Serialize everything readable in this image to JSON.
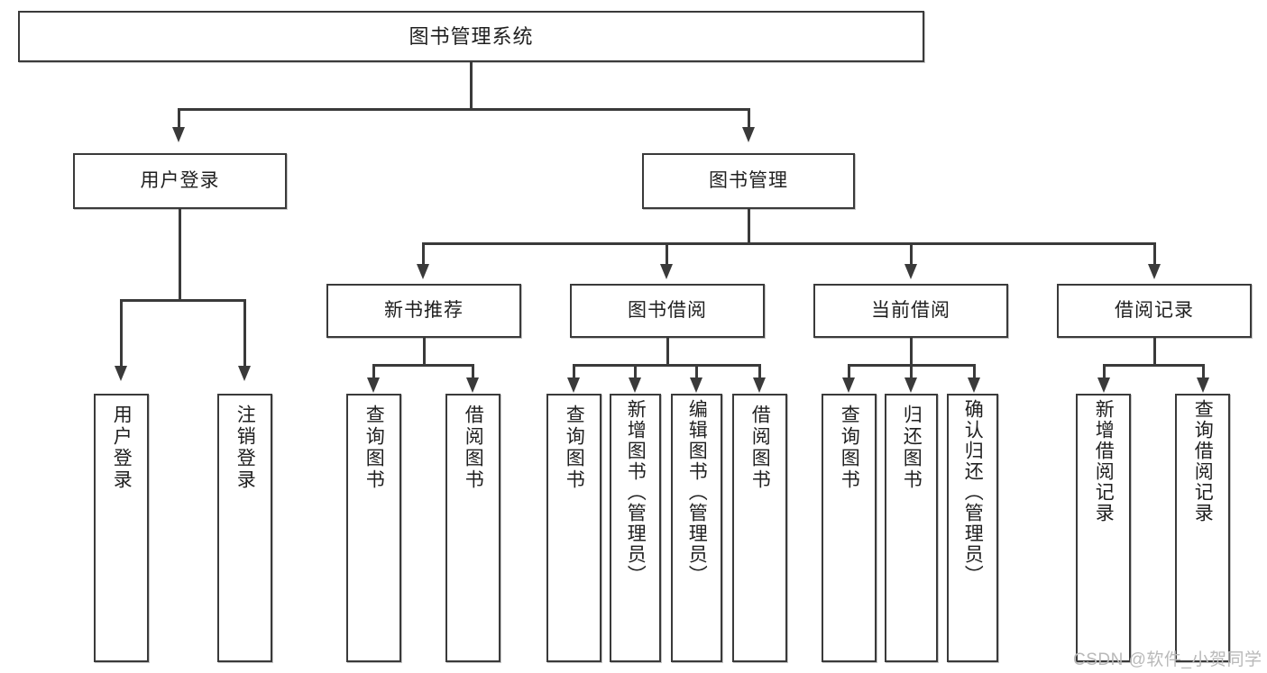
{
  "diagram": {
    "title": "图书管理系统",
    "type": "tree-hierarchy-chart",
    "orientation": "top-down",
    "stroke_color": "#3a3a3a",
    "fill_color": "#ffffff",
    "text_color": "#1f1f1f"
  },
  "root": {
    "label": "图书管理系统"
  },
  "level2": [
    {
      "label": "用户登录"
    },
    {
      "label": "图书管理"
    }
  ],
  "level3": [
    {
      "label": "新书推荐"
    },
    {
      "label": "图书借阅"
    },
    {
      "label": "当前借阅"
    },
    {
      "label": "借阅记录"
    }
  ],
  "leaves": {
    "user_login": [
      {
        "label": "用户登录"
      },
      {
        "label": "注销登录"
      }
    ],
    "new_book_recommend": [
      {
        "label": "查询图书"
      },
      {
        "label": "借阅图书"
      }
    ],
    "book_borrow": [
      {
        "label": "查询图书"
      },
      {
        "label": "新增图书（管理员）"
      },
      {
        "label": "编辑图书（管理员）"
      },
      {
        "label": "借阅图书"
      }
    ],
    "current_borrow": [
      {
        "label": "查询图书"
      },
      {
        "label": "归还图书"
      },
      {
        "label": "确认归还（管理员）"
      }
    ],
    "borrow_record": [
      {
        "label": "新增借阅记录"
      },
      {
        "label": "查询借阅记录"
      }
    ]
  },
  "watermark": {
    "text": "CSDN @软件_小贺同学"
  }
}
